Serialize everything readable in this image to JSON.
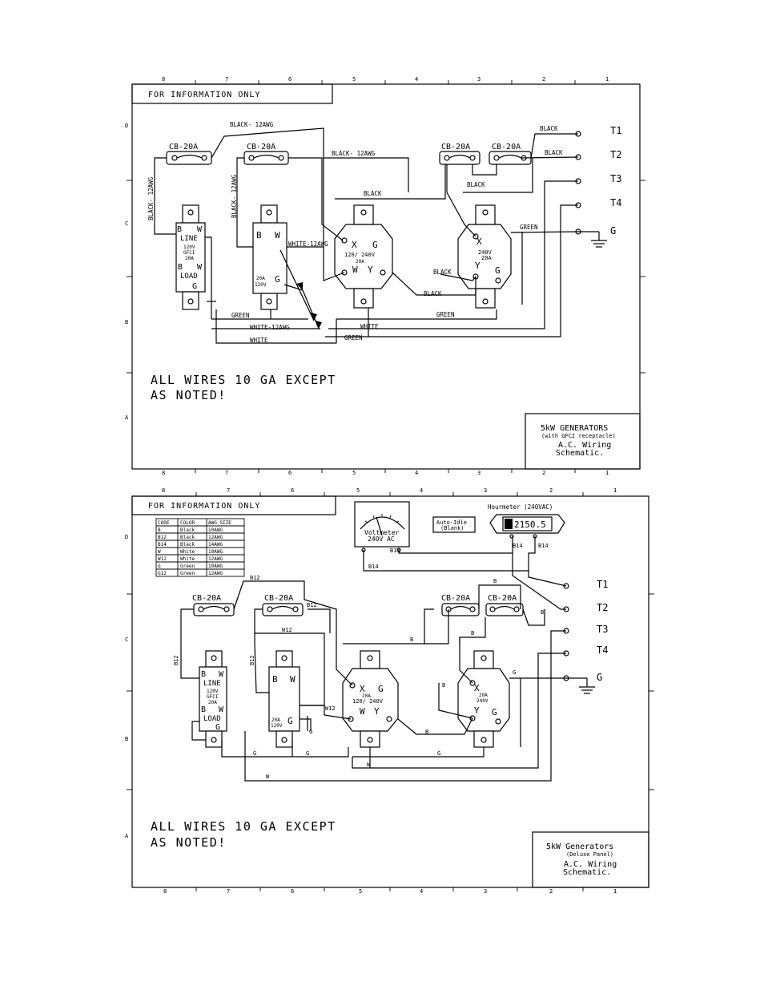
{
  "sheet1": {
    "info_label": "FOR INFORMATION ONLY",
    "breakers": [
      "CB-20A",
      "CB-20A",
      "CB-20A",
      "CB-20A"
    ],
    "terminals": [
      "T1",
      "T2",
      "T3",
      "T4",
      "G"
    ],
    "wire_labels": {
      "black_12awg_top": "BLACK- 12AWG",
      "black_12awg_mid": "BLACK- 12AWG",
      "black_12awg_left": "BLACK- 12AWG",
      "black_12awg_left2": "BLACK- 12AWG",
      "black_1": "BLACK",
      "black_2": "BLACK",
      "black_3": "BLACK",
      "black_4": "BLACK",
      "black_5": "BLACK",
      "black_6": "BLACK",
      "green_1": "GREEN",
      "green_2": "GREEN",
      "green_3": "GREEN",
      "green_4": "GREEN",
      "white_12awg_1": "WHITE-12AWG",
      "white_12awg_2": "WHITE-12AWG",
      "white_1": "WHITE",
      "white_2": "WHITE"
    },
    "gfci": {
      "b": "B",
      "w": "W",
      "line": "LINE",
      "volts": "120V",
      "type": "GFCI",
      "amps": "20A",
      "load": "LOAD",
      "g": "G"
    },
    "duplex": {
      "b": "B",
      "w": "W",
      "amps": "20A",
      "volts": "120V",
      "g": "G"
    },
    "twist_lock_120_240": {
      "x": "X",
      "g": "G",
      "rating": "120/ 240V",
      "amps": "20A",
      "w": "W",
      "y": "Y"
    },
    "twist_lock_240": {
      "x": "X",
      "volts": "240V",
      "amps": "20A",
      "y": "Y",
      "g": "G"
    },
    "note_line1": "ALL WIRES 10 GA EXCEPT",
    "note_line2": "AS NOTED!",
    "title_line1": "5kW GENERATORS",
    "title_line2": "(with GFCI receptacle)",
    "title_line3": "A.C. Wiring",
    "title_line4": "Schematic."
  },
  "sheet2": {
    "info_label": "FOR INFORMATION ONLY",
    "legend": {
      "headers": [
        "CODE",
        "COLOR",
        "AWG SIZE"
      ],
      "rows": [
        [
          "B",
          "Black",
          "10AWG"
        ],
        [
          "B12",
          "Black",
          "12AWG"
        ],
        [
          "B14",
          "Black",
          "14AWG"
        ],
        [
          "W",
          "White",
          "10AWG"
        ],
        [
          "W12",
          "White",
          "12AWG"
        ],
        [
          "G",
          "Green",
          "10AWG"
        ],
        [
          "G12",
          "Green",
          "12AWG"
        ]
      ]
    },
    "voltmeter": {
      "line1": "Voltmeter",
      "line2": "240V AC"
    },
    "auto_idle": {
      "line1": "Auto-Idle",
      "line2": "(Blank)"
    },
    "hourmeter": {
      "label": "Hourmeter (240VAC)",
      "reading": "2150.5"
    },
    "breakers": [
      "CB-20A",
      "CB-20A",
      "CB-20A",
      "CB-20A"
    ],
    "terminals": [
      "T1",
      "T2",
      "T3",
      "T4",
      "G"
    ],
    "wire_codes": {
      "b14_a": "B14",
      "b14_b": "B14",
      "b14_c": "B14",
      "b14_d": "B14",
      "b12_a": "B12",
      "b12_b": "B12",
      "b12_c": "B12",
      "b12_d": "B12",
      "w12_a": "W12",
      "w12_b": "W12",
      "b_a": "B",
      "b_b": "B",
      "b_c": "B",
      "b_d": "B",
      "b_e": "B",
      "b_f": "B",
      "g_a": "G",
      "g_b": "G",
      "g_c": "G",
      "g_d": "G",
      "g_e": "G",
      "w_a": "W",
      "w_b": "W"
    },
    "gfci": {
      "b": "B",
      "w": "W",
      "line": "LINE",
      "volts": "120V",
      "type": "GFCI",
      "amps": "20A",
      "load": "LOAD",
      "g": "G"
    },
    "duplex": {
      "b": "B",
      "w": "W",
      "amps": "20A",
      "volts": "120V",
      "g": "G"
    },
    "twist_lock_120_240": {
      "x": "X",
      "g": "G",
      "amps": "20A",
      "rating": "120/ 240V",
      "w": "W",
      "y": "Y"
    },
    "twist_lock_240": {
      "x": "X",
      "amps": "20A",
      "volts": "240V",
      "y": "Y",
      "g": "G"
    },
    "note_line1": "ALL WIRES 10 GA EXCEPT",
    "note_line2": "AS NOTED!",
    "title_line1": "5kW Generators",
    "title_line2": "(Deluxe Panel)",
    "title_line3": "A.C. Wiring",
    "title_line4": "Schematic."
  },
  "border_rulers": {
    "top1": [
      "8",
      "7",
      "6",
      "5",
      "4",
      "3",
      "2",
      "1"
    ],
    "bottom1": [
      "8",
      "7",
      "6",
      "5",
      "4",
      "3",
      "2",
      "1"
    ],
    "side1": [
      "D",
      "C",
      "B",
      "A"
    ],
    "top2": [
      "8",
      "7",
      "6",
      "5",
      "4",
      "3",
      "2",
      "1"
    ],
    "bottom2": [
      "8",
      "7",
      "6",
      "5",
      "4",
      "3",
      "2",
      "1"
    ],
    "side2": [
      "D",
      "C",
      "B",
      "A"
    ]
  }
}
